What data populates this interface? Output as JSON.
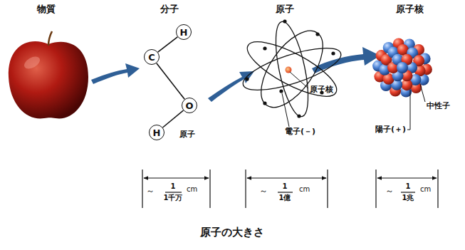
{
  "diagram": {
    "caption": "原子の大きさ",
    "nodes": [
      {
        "text": [
          "H"
        ]
      },
      {
        "text": [
          "C"
        ]
      },
      {
        "text": [
          "O"
        ]
      },
      {
        "text": [
          "H"
        ]
      }
    ],
    "edges": [
      {
        "from": 1,
        "to": 0,
        "arrow": "none"
      },
      {
        "from": 1,
        "to": 2,
        "arrow": "none"
      },
      {
        "from": 2,
        "to": 3,
        "arrow": "none"
      }
    ],
    "labels": [
      "物質",
      "分子",
      "原子",
      "原子核",
      "原子",
      "原子核",
      "電子(－)",
      "中性子",
      "陽子(＋)",
      "～",
      "1",
      "1千万",
      "cm",
      "～",
      "1",
      "1億",
      "cm",
      "～",
      "1",
      "1兆",
      "cm"
    ]
  }
}
